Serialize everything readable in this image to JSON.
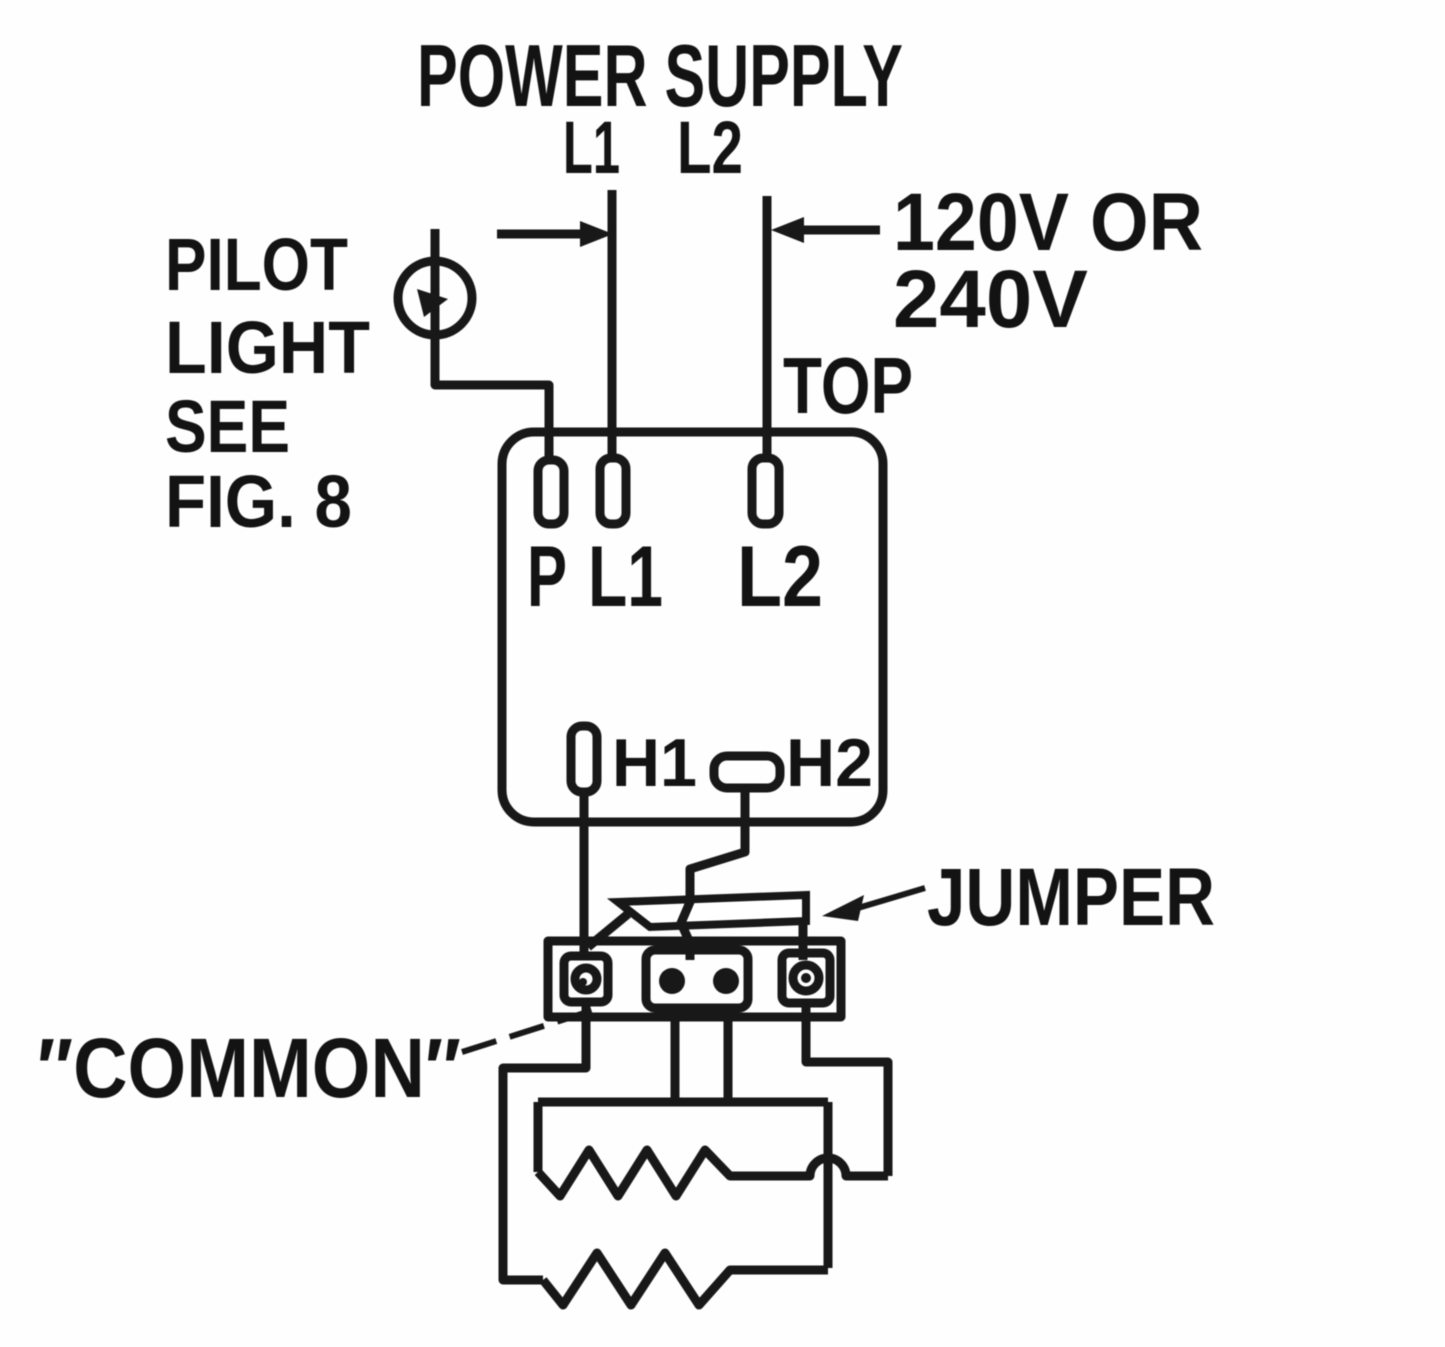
{
  "labels": {
    "power_supply": "POWER SUPPLY",
    "l1_top": "L1",
    "l2_top": "L2",
    "voltage_line1": "120V OR",
    "voltage_line2": "240V",
    "top": "TOP",
    "pilot_lines": [
      "PILOT",
      "LIGHT",
      "SEE",
      "FIG. 8"
    ],
    "terminal_p": "P",
    "terminal_l1": "L1",
    "terminal_l2": "L2",
    "terminal_h1": "H1",
    "terminal_h2": "H2",
    "jumper": "JUMPER",
    "common": "″COMMON″"
  },
  "colors": {
    "ink": "#1c1c1c",
    "paper": "#fefefe"
  }
}
